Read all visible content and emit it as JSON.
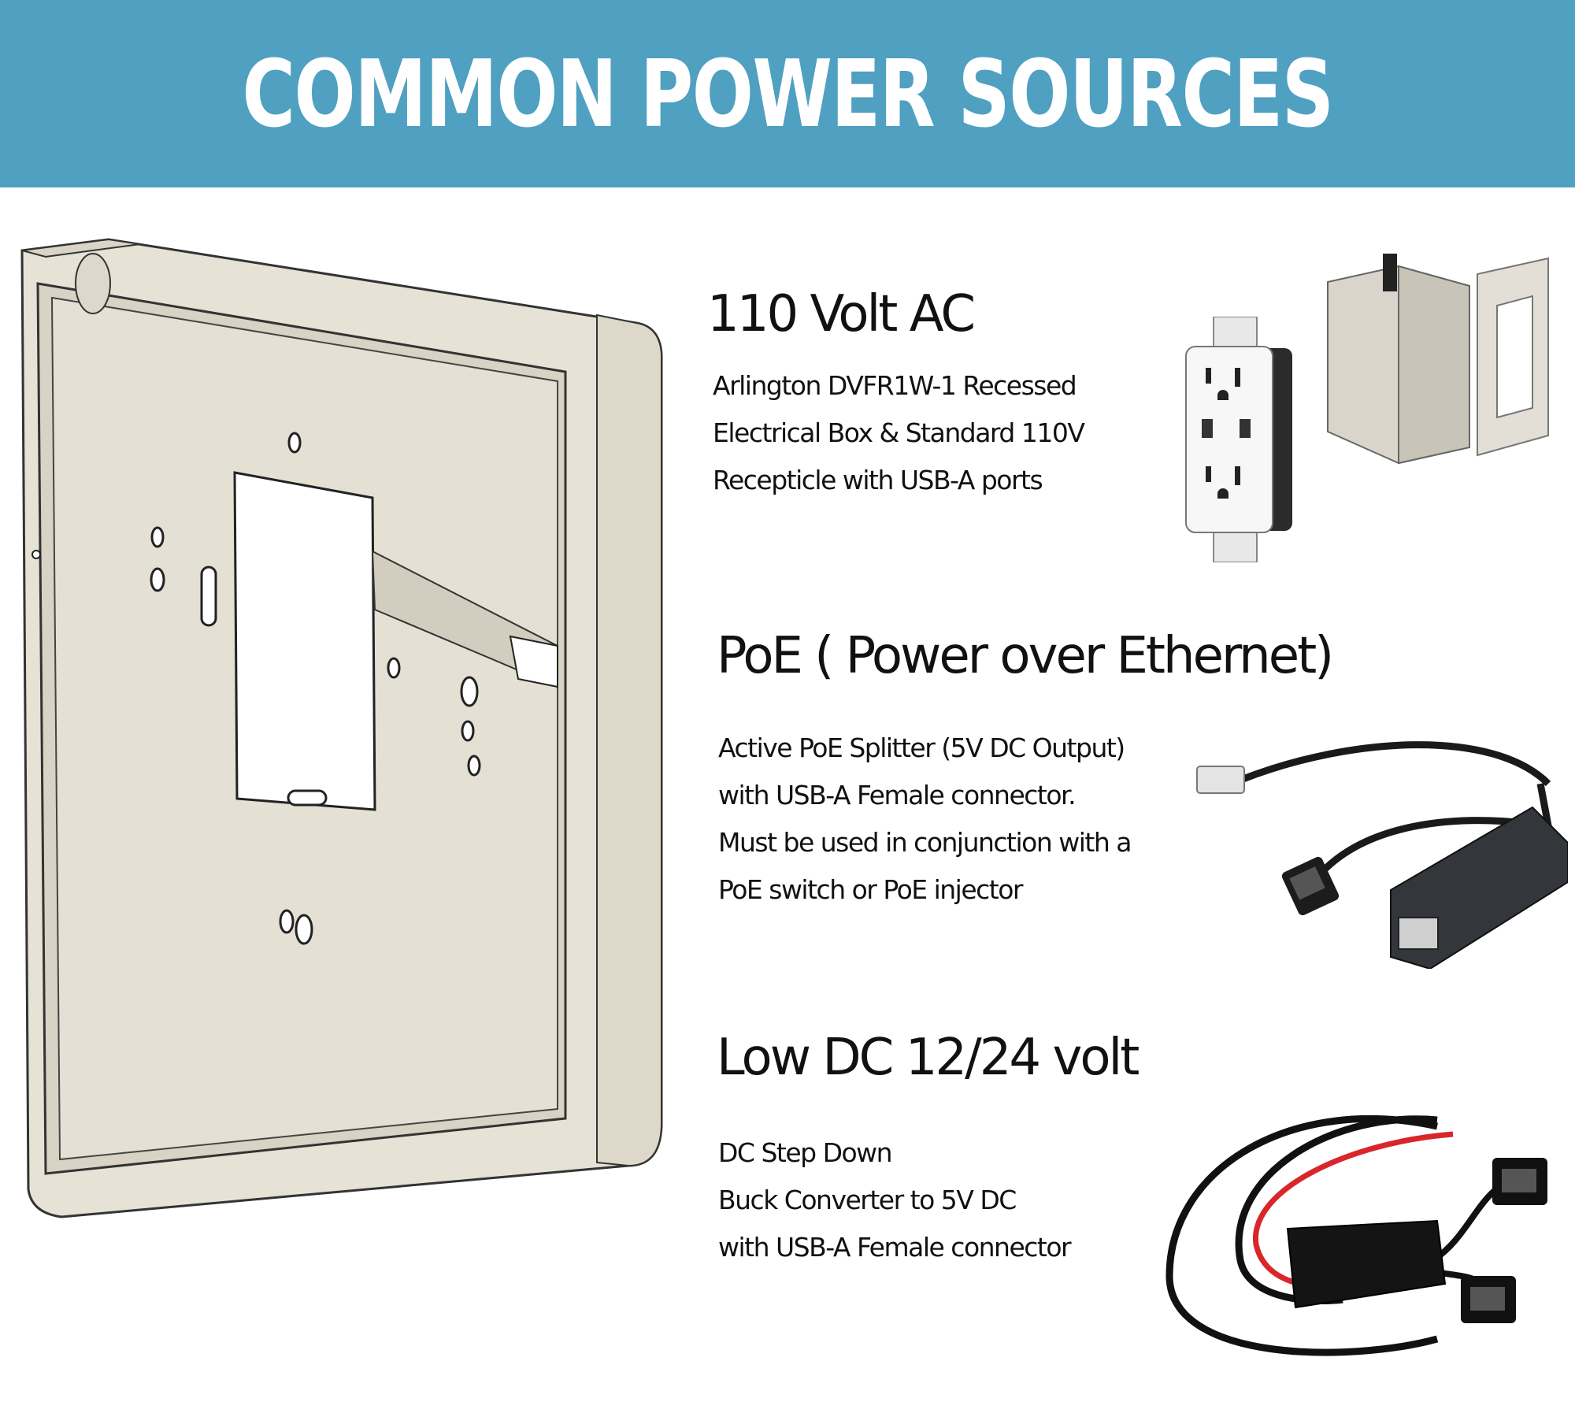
{
  "banner": {
    "title": "COMMON POWER SOURCES",
    "color": "#4fa0c1"
  },
  "sections": [
    {
      "heading": "110 Volt AC",
      "lines": [
        "Arlington DVFR1W-1 Recessed",
        "Electrical Box & Standard 110V",
        "Recepticle with USB-A ports"
      ]
    },
    {
      "heading": "PoE ( Power over Ethernet)",
      "lines": [
        "Active PoE Splitter (5V DC Output)",
        "with USB-A Female connector.",
        "Must be used in conjunction with a",
        "PoE switch or PoE injector"
      ]
    },
    {
      "heading": "Low DC 12/24 volt",
      "lines": [
        "DC Step Down",
        "Buck Converter to 5V DC",
        "with USB-A Female connector"
      ]
    }
  ],
  "images": {
    "frame": "tablet-wall-mount-frame",
    "receptacle": "usb-receptacle-outlet",
    "box": "recessed-electrical-box",
    "splitter": "poe-splitter",
    "converter": "dc-buck-converter"
  }
}
